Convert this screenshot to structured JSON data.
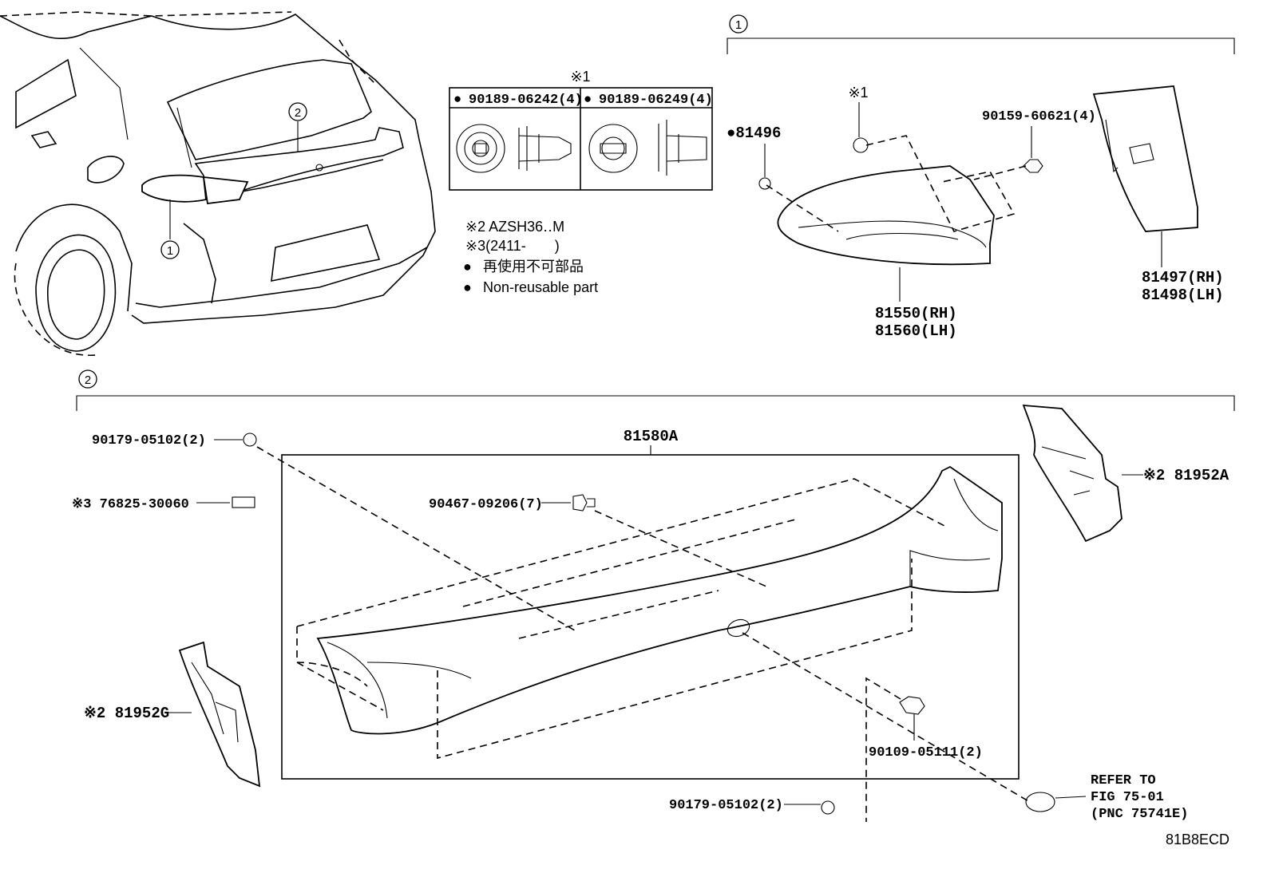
{
  "diagram": {
    "code": "81B8ECD",
    "callouts": {
      "one": "1",
      "two": "2"
    },
    "clips_header": "※1",
    "clips": [
      {
        "bullet": "●",
        "part": "90189-06242(4)"
      },
      {
        "bullet": "●",
        "part": "90189-06249(4)"
      }
    ],
    "notes": {
      "n2": "※2 AZSH36‥M",
      "n3": "※3(2411-　　)",
      "jp": "再使用不可部品",
      "en": "Non-reusable part",
      "dot": "●"
    },
    "group1": {
      "seal": "●81496",
      "clip_ref": "※1",
      "screw": "90159-60621(4)",
      "lamp_rh": "81550(RH)",
      "lamp_lh": "81560(LH)",
      "cover_rh": "81497(RH)",
      "cover_lh": "81498(LH)"
    },
    "group2": {
      "assembly": "81580A",
      "screw_top": "90179-05102(2)",
      "label_part": "※3 76825-30060",
      "bolt": "90467-09206(7)",
      "cover_a": "※2 81952A",
      "cover_g": "※2 81952G",
      "nut": "90109-05111(2)",
      "screw_bottom": "90179-05102(2)",
      "refer_1": "REFER TO",
      "refer_2": "FIG 75-01",
      "refer_3": "(PNC 75741E)"
    }
  }
}
